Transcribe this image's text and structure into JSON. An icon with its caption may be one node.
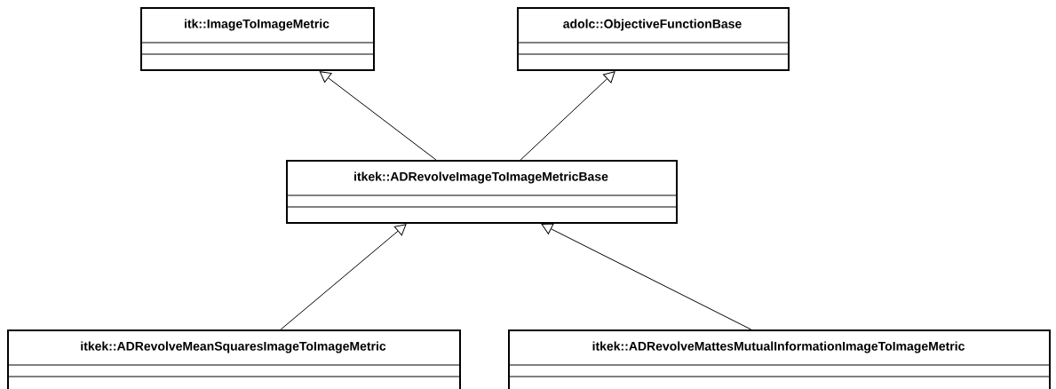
{
  "diagram": {
    "nodes": [
      {
        "text": [
          "itk::ImageToImageMetric"
        ]
      },
      {
        "text": [
          "adolc::ObjectiveFunctionBase"
        ]
      },
      {
        "text": [
          "itkek::ADRevolveImageToImageMetricBase"
        ]
      },
      {
        "text": [
          "itkek::ADRevolveMeanSquaresImageToImageMetric"
        ]
      },
      {
        "text": [
          "itkek::ADRevolveMattesMutualInformationImageToImageMetric"
        ]
      }
    ],
    "edges": [
      {
        "from": 2,
        "to": 0,
        "arrow": "to"
      },
      {
        "from": 2,
        "to": 1,
        "arrow": "to"
      },
      {
        "from": 3,
        "to": 2,
        "arrow": "to"
      },
      {
        "from": 4,
        "to": 2,
        "arrow": "to"
      }
    ]
  }
}
